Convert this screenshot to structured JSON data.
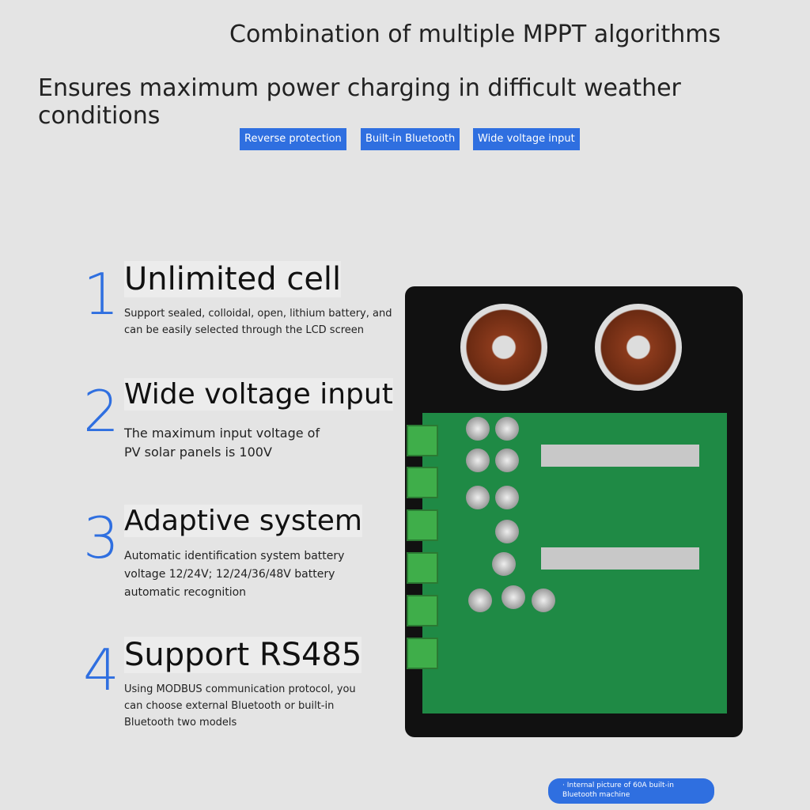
{
  "header": {
    "title": "Combination of multiple MPPT algorithms",
    "subtitle": "Ensures maximum power charging in difficult weather conditions"
  },
  "tags": [
    "Reverse protection",
    "Built-in Bluetooth",
    "Wide voltage input"
  ],
  "features": [
    {
      "num": "1",
      "title": "Unlimited cell",
      "desc": "Support sealed, colloidal, open, lithium battery, and can be easily selected through the LCD screen"
    },
    {
      "num": "2",
      "title": "Wide voltage input",
      "desc": "The maximum input voltage of PV solar panels is 100V"
    },
    {
      "num": "3",
      "title": "Adaptive system",
      "desc": "Automatic identification system battery voltage 12/24V; 12/24/36/48V battery automatic recognition"
    },
    {
      "num": "4",
      "title": "Support RS485",
      "desc": "Using MODBUS communication protocol, you can choose external Bluetooth or built-in Bluetooth two models"
    }
  ],
  "caption": "· Internal picture of 60A built-in Bluetooth machine"
}
